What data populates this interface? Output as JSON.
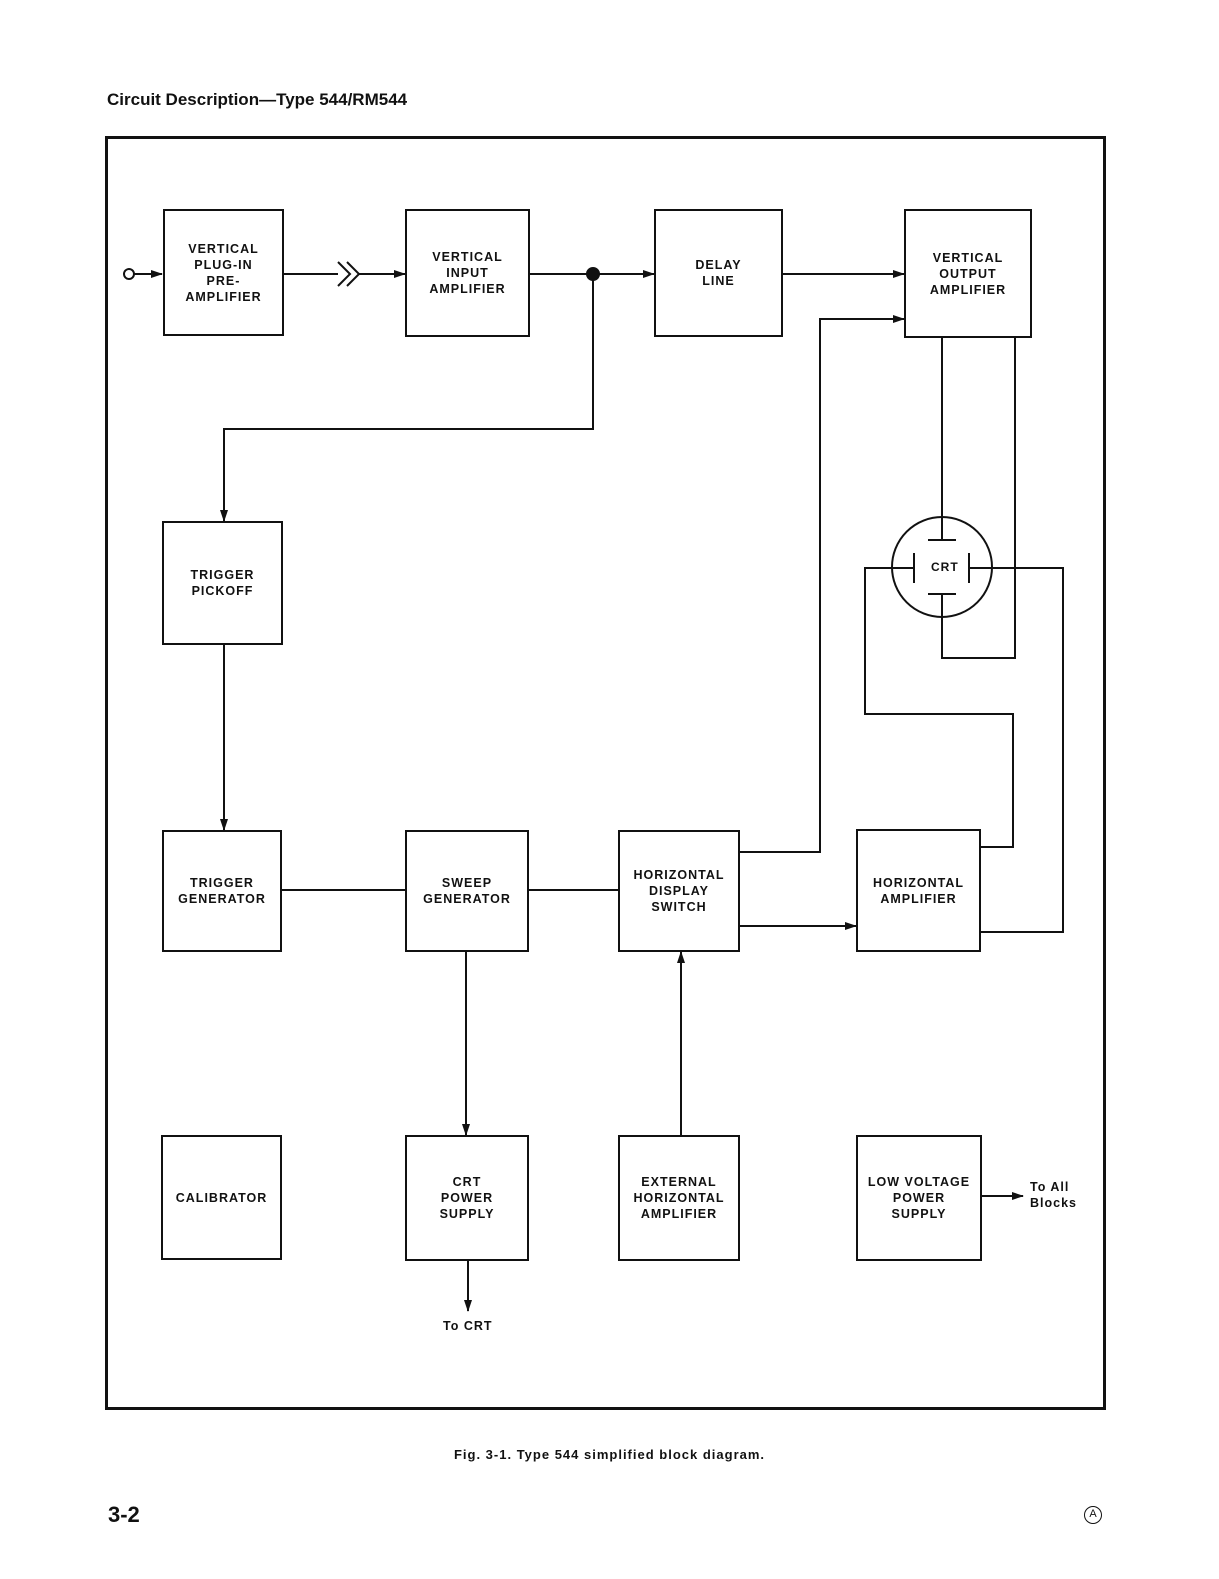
{
  "page": {
    "header": "Circuit Description—Type 544/RM544",
    "caption": "Fig. 3-1. Type 544 simplified block diagram.",
    "page_number": "3-2",
    "revision_mark": "A"
  },
  "diagram": {
    "blocks": {
      "vert_plugin": "VERTICAL\nPLUG-IN\nPRE-\nAMPLIFIER",
      "vert_input": "VERTICAL\nINPUT\nAMPLIFIER",
      "delay_line": "DELAY\nLINE",
      "vert_output": "VERTICAL\nOUTPUT\nAMPLIFIER",
      "trigger_pickoff": "TRIGGER\nPICKOFF",
      "trigger_gen": "TRIGGER\nGENERATOR",
      "sweep_gen": "SWEEP\nGENERATOR",
      "horiz_display_switch": "HORIZONTAL\nDISPLAY\nSWITCH",
      "horiz_amp": "HORIZONTAL\nAMPLIFIER",
      "calibrator": "CALIBRATOR",
      "crt_power": "CRT\nPOWER\nSUPPLY",
      "ext_horiz_amp": "EXTERNAL\nHORIZONTAL\nAMPLIFIER",
      "low_voltage": "LOW VOLTAGE\nPOWER\nSUPPLY"
    },
    "crt_label": "CRT",
    "labels": {
      "to_crt": "To CRT",
      "to_all_blocks": "To All\nBlocks"
    }
  }
}
